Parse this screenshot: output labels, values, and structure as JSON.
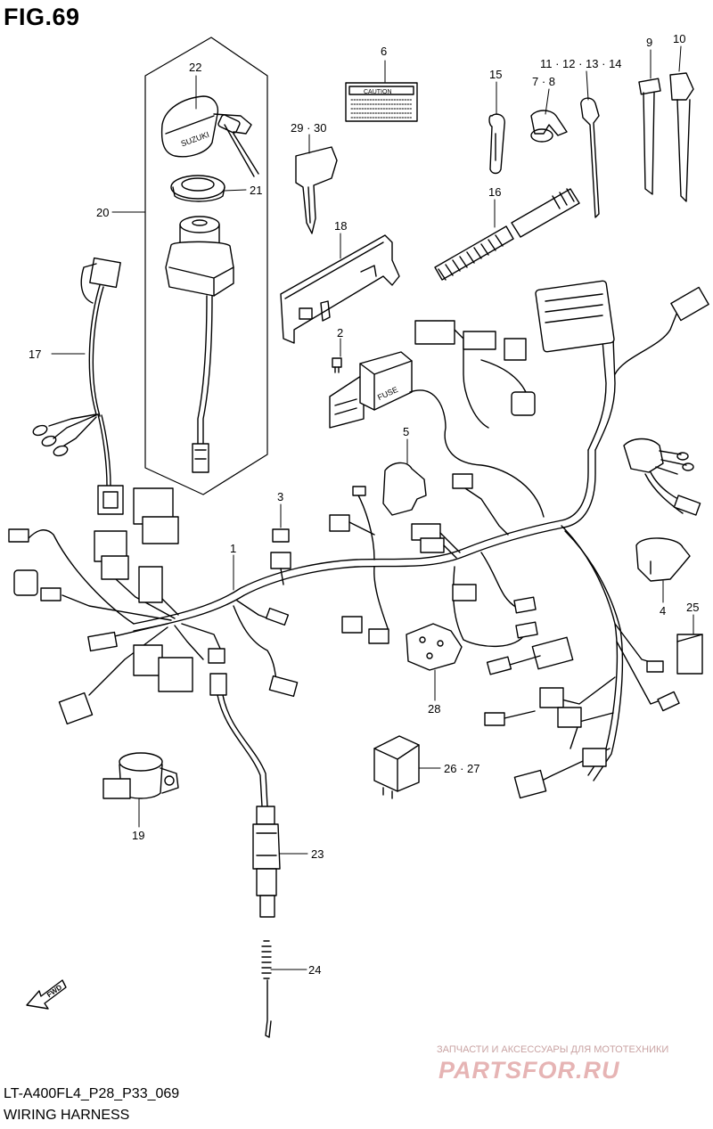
{
  "figure": {
    "title": "FIG.69",
    "code": "LT-A400FL4_P28_P33_069",
    "name": "WIRING HARNESS"
  },
  "callouts": {
    "c1": "1",
    "c2": "2",
    "c3": "3",
    "c4": "4",
    "c5": "5",
    "c6": "6",
    "c7_8": "7 · 8",
    "c9": "9",
    "c10": "10",
    "c11_14": "11 · 12 · 13 · 14",
    "c15": "15",
    "c16": "16",
    "c17": "17",
    "c18": "18",
    "c19": "19",
    "c20": "20",
    "c21": "21",
    "c22": "22",
    "c23": "23",
    "c24": "24",
    "c25": "25",
    "c26_27": "26 · 27",
    "c28": "28",
    "c29_30": "29 · 30"
  },
  "part_labels": {
    "caution": "CAUTION",
    "fuse": "FUSE",
    "brand": "SUZUKI",
    "fwd": "FWD"
  },
  "watermark": {
    "small": "ЗАПЧАСТИ И АКСЕССУАРЫ ДЛЯ МОТОТЕХНИКИ",
    "big": "PARTSFOR.RU"
  }
}
